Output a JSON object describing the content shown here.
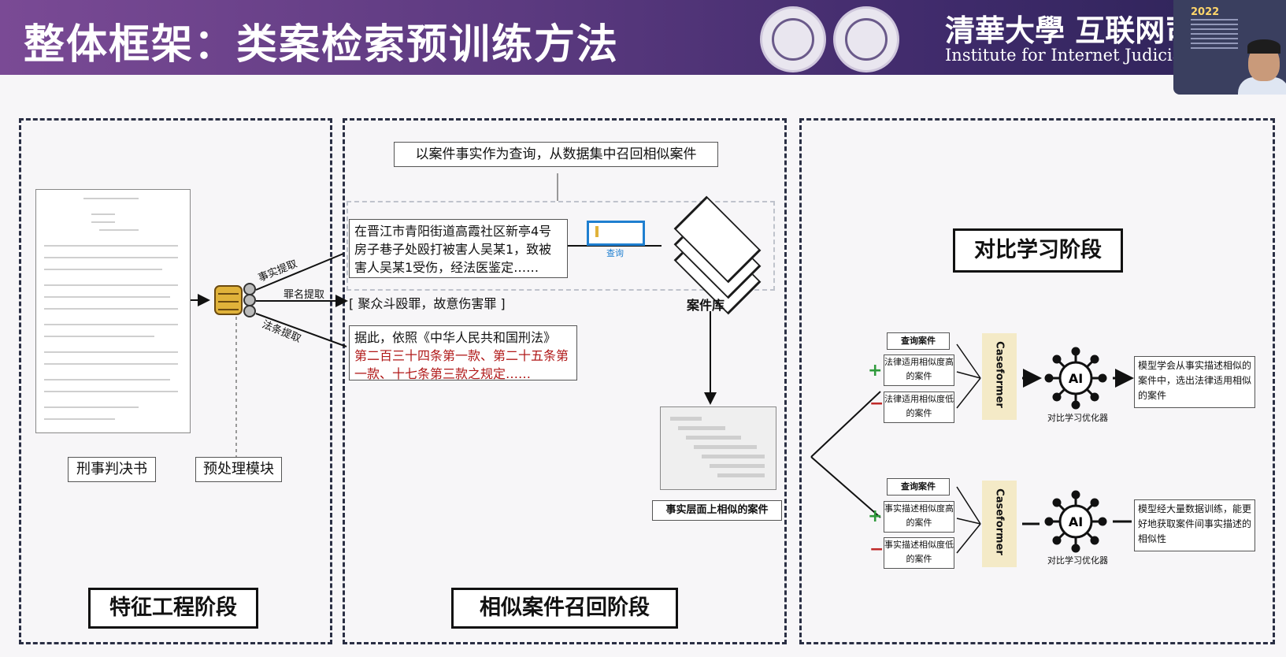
{
  "header": {
    "title": "整体框架：类案检索预训练方法",
    "institute_cn": "清華大學 互联网司",
    "institute_en": "Institute for Internet Judiciary, Tsin"
  },
  "webcam": {
    "year_text": "2022"
  },
  "panel_feature": {
    "stage_label": "特征工程阶段",
    "doc_label": "刑事判决书",
    "module_label": "预处理模块",
    "edge_labels": [
      "事实提取",
      "罪名提取",
      "法条提取"
    ]
  },
  "panel_recall": {
    "stage_label": "相似案件召回阶段",
    "query_caption": "以案件事实作为查询，从数据集中召回相似案件",
    "fact_text": "在晋江市青阳街道高霞社区新亭4号房子巷子处殴打被害人吴某1，致被害人吴某1受伤，经法医鉴定……",
    "charge_text": "[ 聚众斗殴罪，故意伤害罪 ]",
    "law_text_prefix": "据此，依照《中华人民共和国刑法》",
    "law_text_red": "第二百三十四条第一款、第二十五条第一款、十七条第三款之规定……",
    "query_tag": "查询",
    "case_db_label": "案件库",
    "similar_label": "事实层面上相似的案件"
  },
  "panel_contrast": {
    "stage_label": "对比学习阶段",
    "group1": {
      "query": "查询案件",
      "pos": "法律适用相似度高的案件",
      "neg": "法律适用相似度低的案件",
      "encoder": "Caseformer",
      "ai_caption": "对比学习优化器",
      "result": "模型学会从事实描述相似的案件中，选出法律适用相似的案件"
    },
    "group2": {
      "query": "查询案件",
      "pos": "事实描述相似度高的案件",
      "neg": "事实描述相似度低的案件",
      "encoder": "Caseformer",
      "ai_caption": "对比学习优化器",
      "result": "模型经大量数据训练，能更好地获取案件间事实描述的相似性"
    },
    "plus": "+",
    "minus": "−",
    "ai_text": "AI"
  },
  "colors": {
    "header_start": "#7a4a95",
    "header_end": "#2c2356",
    "highlight": "#1f7fd0",
    "encoder_bg": "#f4eac7",
    "red_text": "#b01818"
  }
}
